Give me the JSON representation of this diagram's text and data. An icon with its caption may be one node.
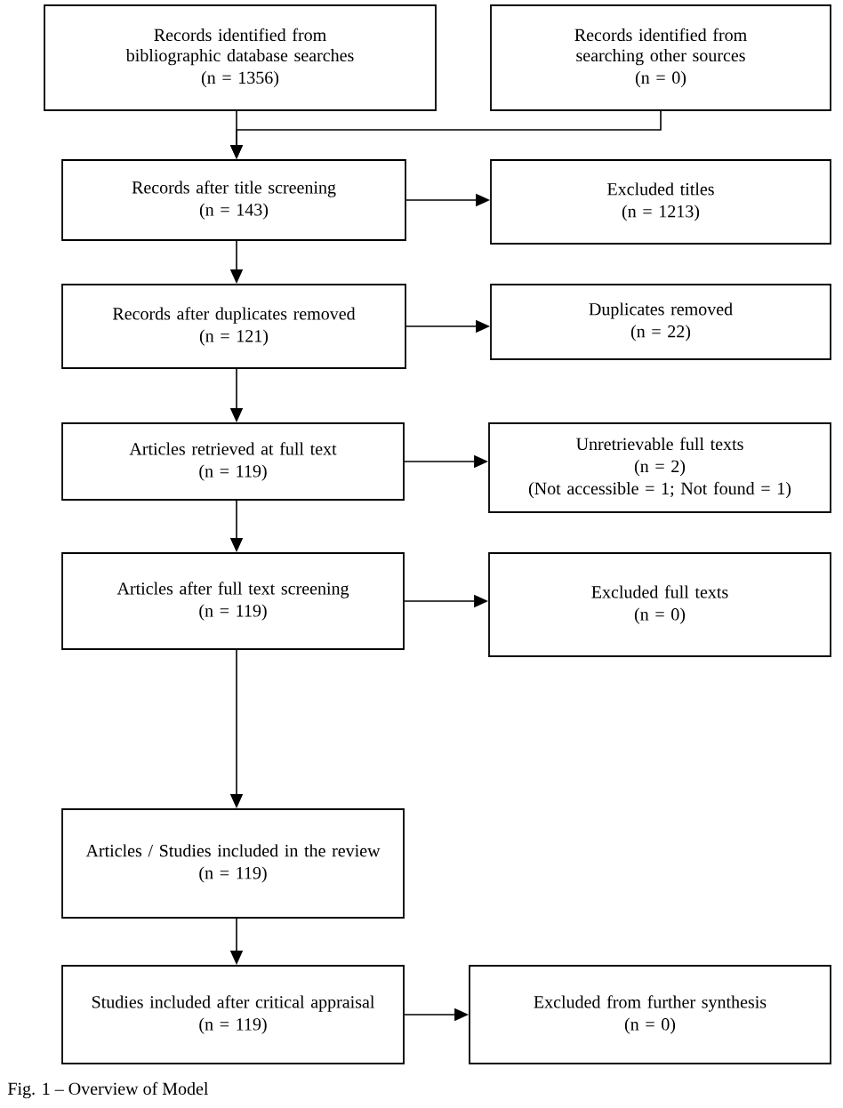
{
  "diagram": {
    "caption": "Fig. 1 – Overview of Model",
    "nodes": [
      {
        "text": [
          "Records identified from bibliographic database searches",
          "(n = 1356)"
        ]
      },
      {
        "text": [
          "Records identified from searching other sources",
          "(n = 0)"
        ]
      },
      {
        "text": [
          "Records after title screening",
          "(n = 143)"
        ]
      },
      {
        "text": [
          "Excluded titles",
          "(n = 1213)"
        ]
      },
      {
        "text": [
          "Records after duplicates removed",
          "(n = 121)"
        ]
      },
      {
        "text": [
          "Duplicates removed",
          "(n = 22)"
        ]
      },
      {
        "text": [
          "Articles retrieved at full text",
          "(n = 119)"
        ]
      },
      {
        "text": [
          "Unretrievable full texts",
          "(n = 2)",
          "(Not accessible = 1; Not found = 1)"
        ]
      },
      {
        "text": [
          "Articles after full text screening",
          "(n = 119)"
        ]
      },
      {
        "text": [
          "Excluded full texts",
          "(n = 0)"
        ]
      },
      {
        "text": [
          "Articles / Studies included in the review",
          "(n = 119)"
        ]
      },
      {
        "text": [
          "Studies included after critical appraisal",
          "(n = 119)"
        ]
      },
      {
        "text": [
          "Excluded from further synthesis",
          "(n = 0)"
        ]
      }
    ],
    "edges": [
      {
        "from": 0,
        "to": 2,
        "arrow": "to"
      },
      {
        "from": 1,
        "to": 2,
        "arrow": "to"
      },
      {
        "from": 2,
        "to": 3,
        "arrow": "to"
      },
      {
        "from": 2,
        "to": 4,
        "arrow": "to"
      },
      {
        "from": 4,
        "to": 5,
        "arrow": "to"
      },
      {
        "from": 4,
        "to": 6,
        "arrow": "to"
      },
      {
        "from": 6,
        "to": 7,
        "arrow": "to"
      },
      {
        "from": 6,
        "to": 8,
        "arrow": "to"
      },
      {
        "from": 8,
        "to": 9,
        "arrow": "to"
      },
      {
        "from": 8,
        "to": 10,
        "arrow": "to"
      },
      {
        "from": 10,
        "to": 11,
        "arrow": "to"
      },
      {
        "from": 11,
        "to": 12,
        "arrow": "to"
      }
    ]
  }
}
